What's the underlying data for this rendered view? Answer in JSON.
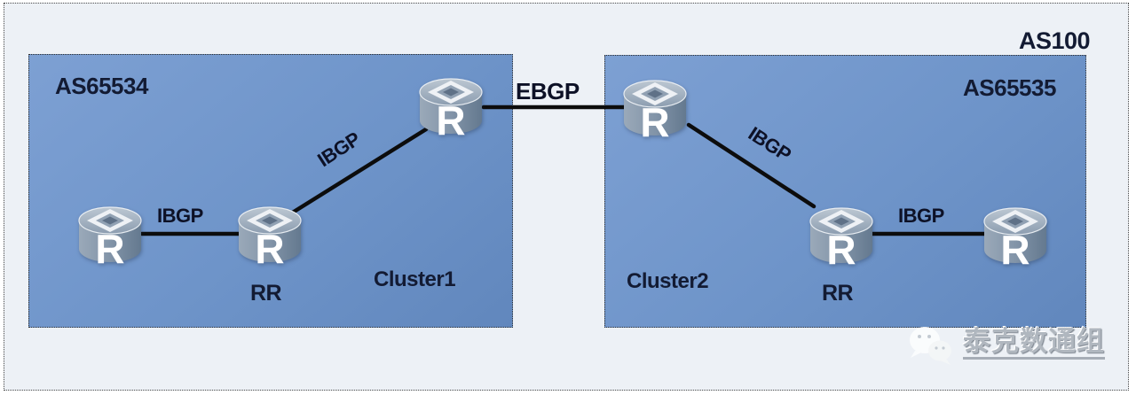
{
  "title_labels": {
    "as_outer": "AS100"
  },
  "clusters": [
    {
      "as_label": "AS65534",
      "cluster_label": "Cluster1",
      "rr_label": "RR"
    },
    {
      "as_label": "AS65535",
      "cluster_label": "Cluster2",
      "rr_label": "RR"
    }
  ],
  "routers": [
    {
      "id": "r1",
      "label": "R"
    },
    {
      "id": "r2",
      "label": "R"
    },
    {
      "id": "r3",
      "label": "R"
    },
    {
      "id": "r4",
      "label": "R"
    },
    {
      "id": "r5",
      "label": "R"
    },
    {
      "id": "r6",
      "label": "R"
    }
  ],
  "links": [
    {
      "label": "IBGP",
      "from": "r3",
      "to": "r4"
    },
    {
      "label": "IBGP",
      "from": "r4",
      "to": "r1"
    },
    {
      "label": "EBGP",
      "from": "r1",
      "to": "r2"
    },
    {
      "label": "IBGP",
      "from": "r2",
      "to": "r5"
    },
    {
      "label": "IBGP",
      "from": "r5",
      "to": "r6"
    }
  ],
  "watermark": {
    "icon": "wechat-icon",
    "text": "泰克数通组"
  },
  "colors": {
    "outer_bg": "#edf1f6",
    "cluster_bg": "#6e94c9",
    "line": "#0c0c0c",
    "label_text": "#131b33",
    "router_body": "#8294a8"
  }
}
